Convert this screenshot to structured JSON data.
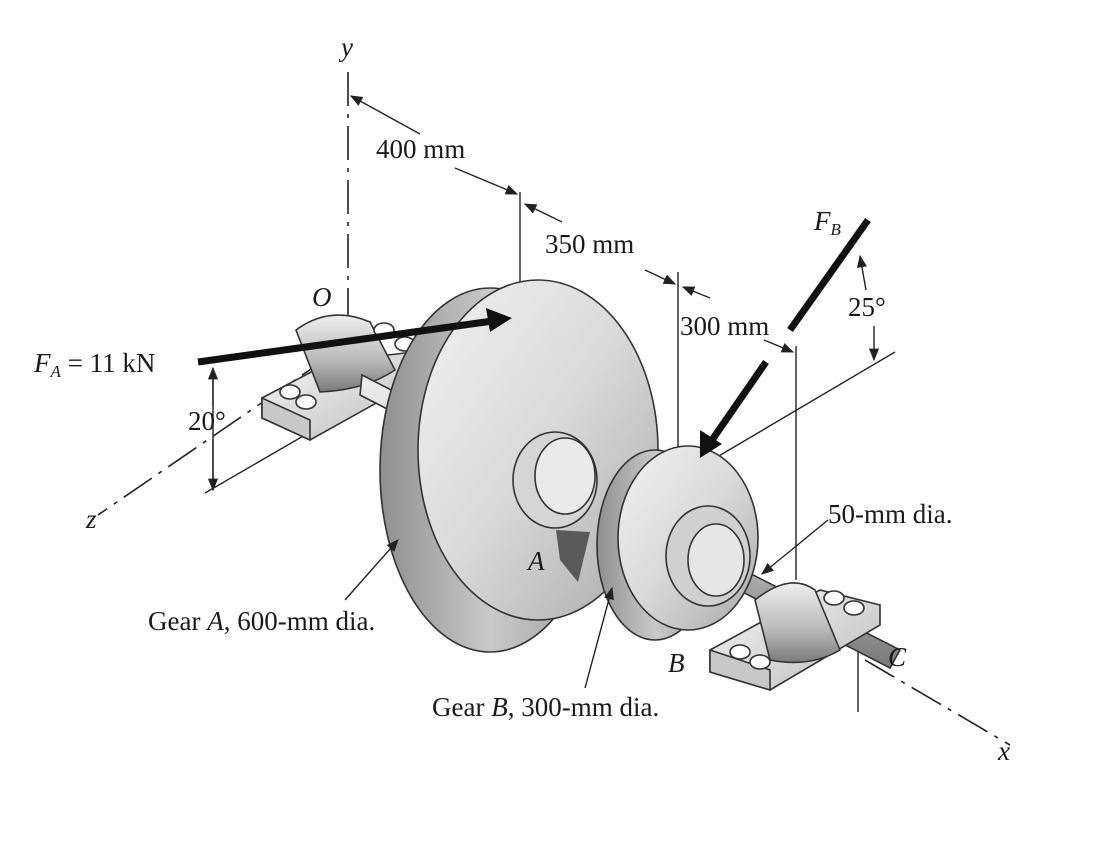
{
  "axes": {
    "x": "x",
    "y": "y",
    "z": "z"
  },
  "points": {
    "origin": "O",
    "gear_a_point": "A",
    "gear_b_point": "B",
    "bearing_c": "C"
  },
  "dimensions": {
    "d1": "400 mm",
    "d2": "350 mm",
    "d3": "300 mm",
    "shaft_dia": "50-mm dia."
  },
  "force_a": {
    "symbol": "F",
    "subscript": "A",
    "value_text": " = 11 kN",
    "angle": "20°"
  },
  "force_b": {
    "symbol": "F",
    "subscript": "B",
    "angle": "25°"
  },
  "gear_a": {
    "prefix": "Gear ",
    "letter": "A",
    "suffix": ", 600-mm dia."
  },
  "gear_b": {
    "prefix": "Gear ",
    "letter": "B",
    "suffix": ", 300-mm dia."
  }
}
